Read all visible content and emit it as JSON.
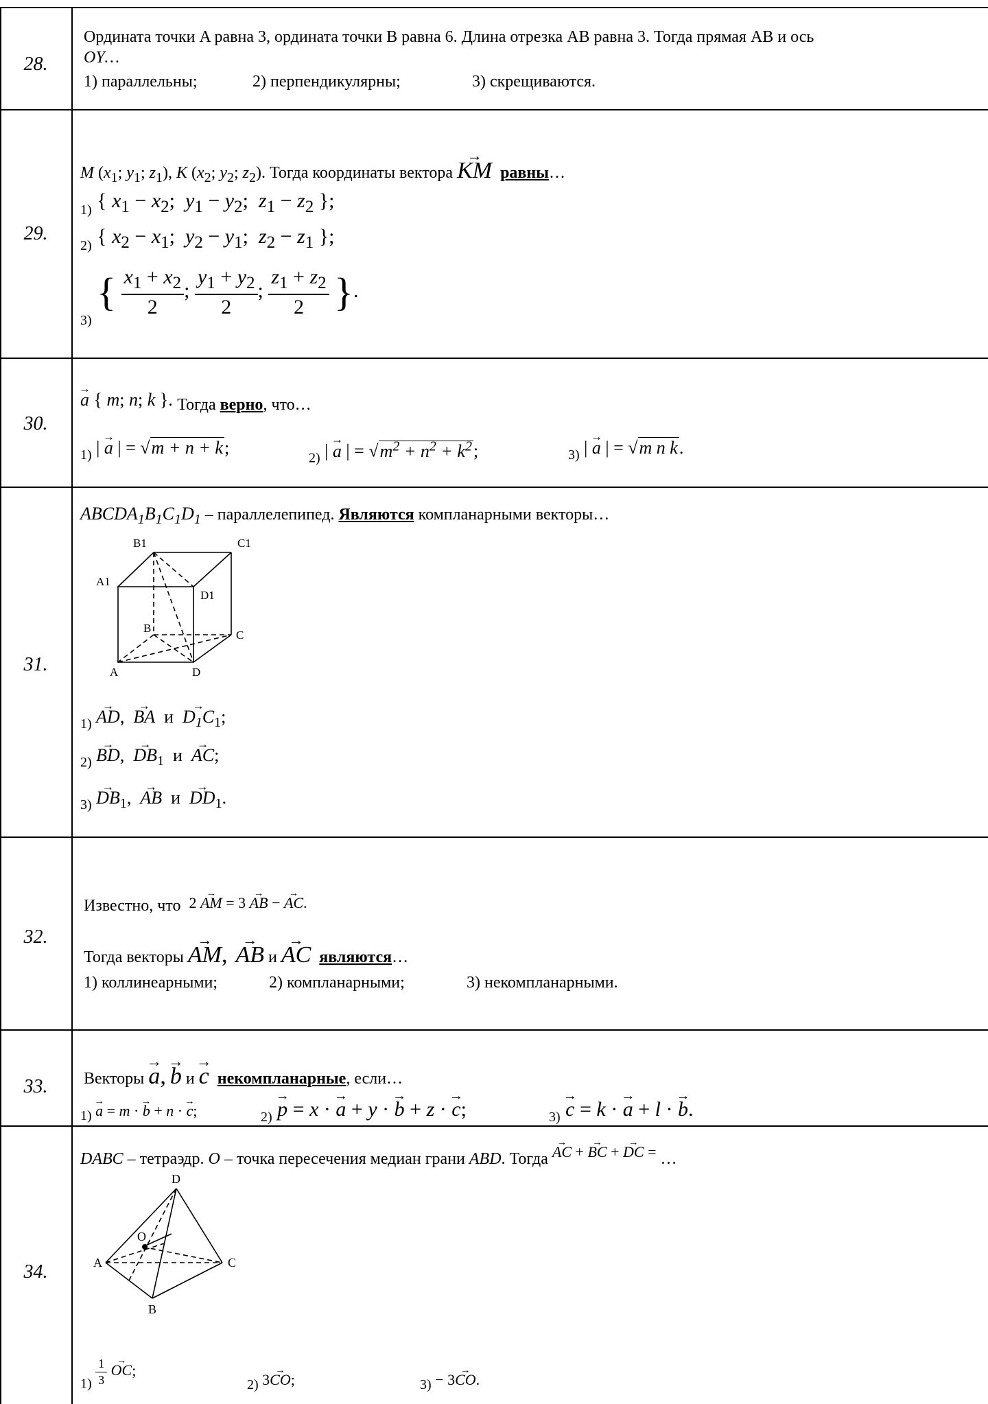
{
  "rows": [
    {
      "num": "28.",
      "text1": "Ордината точки A равна 3, ордината точки B равна 6. Длина отрезка AB равна 3. Тогда прямая AB и ось",
      "text2": "OY…",
      "options": [
        "1) параллельны;",
        "2) перпендикулярны;",
        "3) скрещиваются."
      ]
    },
    {
      "num": "29.",
      "intro": "M (x1; y1; z1), K (x2; y2; z2). Тогда координаты вектора",
      "vec": "KM",
      "bold": "равны",
      "tail": "…",
      "options": [
        "{ x1 − x2;  y1 − y2;  z1 − z2 };",
        "{ x2 − x1;  y2 − y1;  z2 − z1 };",
        "{ (x1 + x2)/2;  (y1 + y2)/2;  (z1 + z2)/2 }."
      ],
      "option_labels": [
        "1)",
        "2)",
        "3)"
      ]
    },
    {
      "num": "30.",
      "intro": "a { m; n; k }. Тогда",
      "bold": "верно",
      "tail": ", что…",
      "options": [
        "| a | = √(m + n + k);",
        "| a | = √(m² + n² + k²);",
        "| a | = √(m n k)."
      ],
      "option_labels": [
        "1)",
        "2)",
        "3)"
      ]
    },
    {
      "num": "31.",
      "intro": "ABCDA1B1C1D1 – параллелепипед.",
      "bold": "Являются",
      "tail": "компланарными векторы…",
      "figure_labels": [
        "B1",
        "C1",
        "A1",
        "D1",
        "B",
        "C",
        "A",
        "D"
      ],
      "options": [
        "AD, BA и D1C1;",
        "BD, DB1 и AC;",
        "DB1, AB и DD1."
      ],
      "option_labels": [
        "1)",
        "2)",
        "3)"
      ]
    },
    {
      "num": "32.",
      "line1": "Известно, что",
      "eq": "2 AM = 3 AB − AC.",
      "line2": "Тогда векторы",
      "vecs": [
        "AM",
        "AB",
        "AC"
      ],
      "and": "и",
      "bold": "являются",
      "tail": "…",
      "options": [
        "1) коллинеарными;",
        "2) компланарными;",
        "3) некомпланарными."
      ]
    },
    {
      "num": "33.",
      "intro": "Векторы",
      "vecs": [
        "a",
        "b",
        "c"
      ],
      "and": "и",
      "bold": "некомпланарные",
      "tail": ", если…",
      "options": [
        "a = m · b + n · c;",
        "p = x · a + y · b + z · c;",
        "c = k · a + l · b."
      ],
      "option_labels": [
        "1)",
        "2)",
        "3)"
      ]
    },
    {
      "num": "34.",
      "intro": "DABC – тетраэдр. O – точка пересечения медиан грани ABD. Тогда",
      "eq": "AC + BC + DC =",
      "tail": "…",
      "figure_labels": [
        "D",
        "O",
        "A",
        "C",
        "B"
      ],
      "options": [
        "1/3 OC;",
        "3 CO;",
        "− 3 CO."
      ],
      "option_labels": [
        "1)",
        "2)",
        "3)"
      ]
    }
  ]
}
